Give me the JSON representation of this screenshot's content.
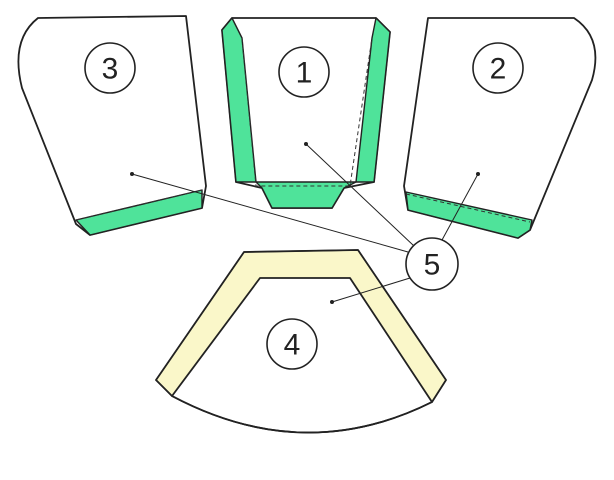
{
  "labels": {
    "piece_1": "1",
    "piece_2": "2",
    "piece_3": "3",
    "piece_4": "4",
    "seam_callout": "5"
  },
  "colors": {
    "green_band": "#4fe39a",
    "yellow_band": "#faf7c9",
    "outline": "#222222"
  }
}
